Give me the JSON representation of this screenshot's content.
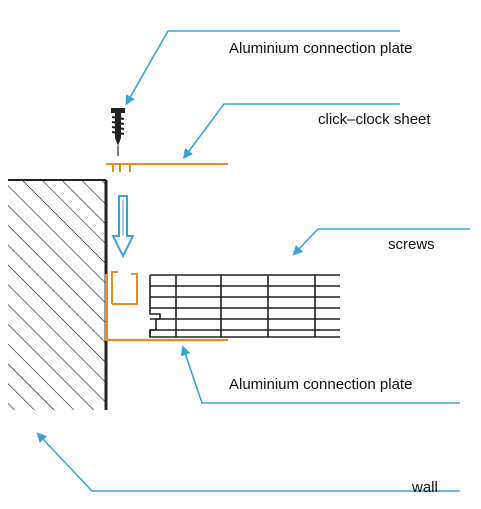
{
  "labels": {
    "top_plate": "Aluminium connection plate",
    "sheet": "click–clock sheet",
    "screws": "screws",
    "bottom_plate": "Aluminium connection plate",
    "wall": "wall"
  },
  "colors": {
    "leader": "#3ba3d6",
    "profile": "#e8882f",
    "line": "#222222",
    "down_arrow": "#3ba3d6"
  },
  "icons": {
    "screw": "screw-icon",
    "down_arrow": "down-arrow-icon"
  }
}
